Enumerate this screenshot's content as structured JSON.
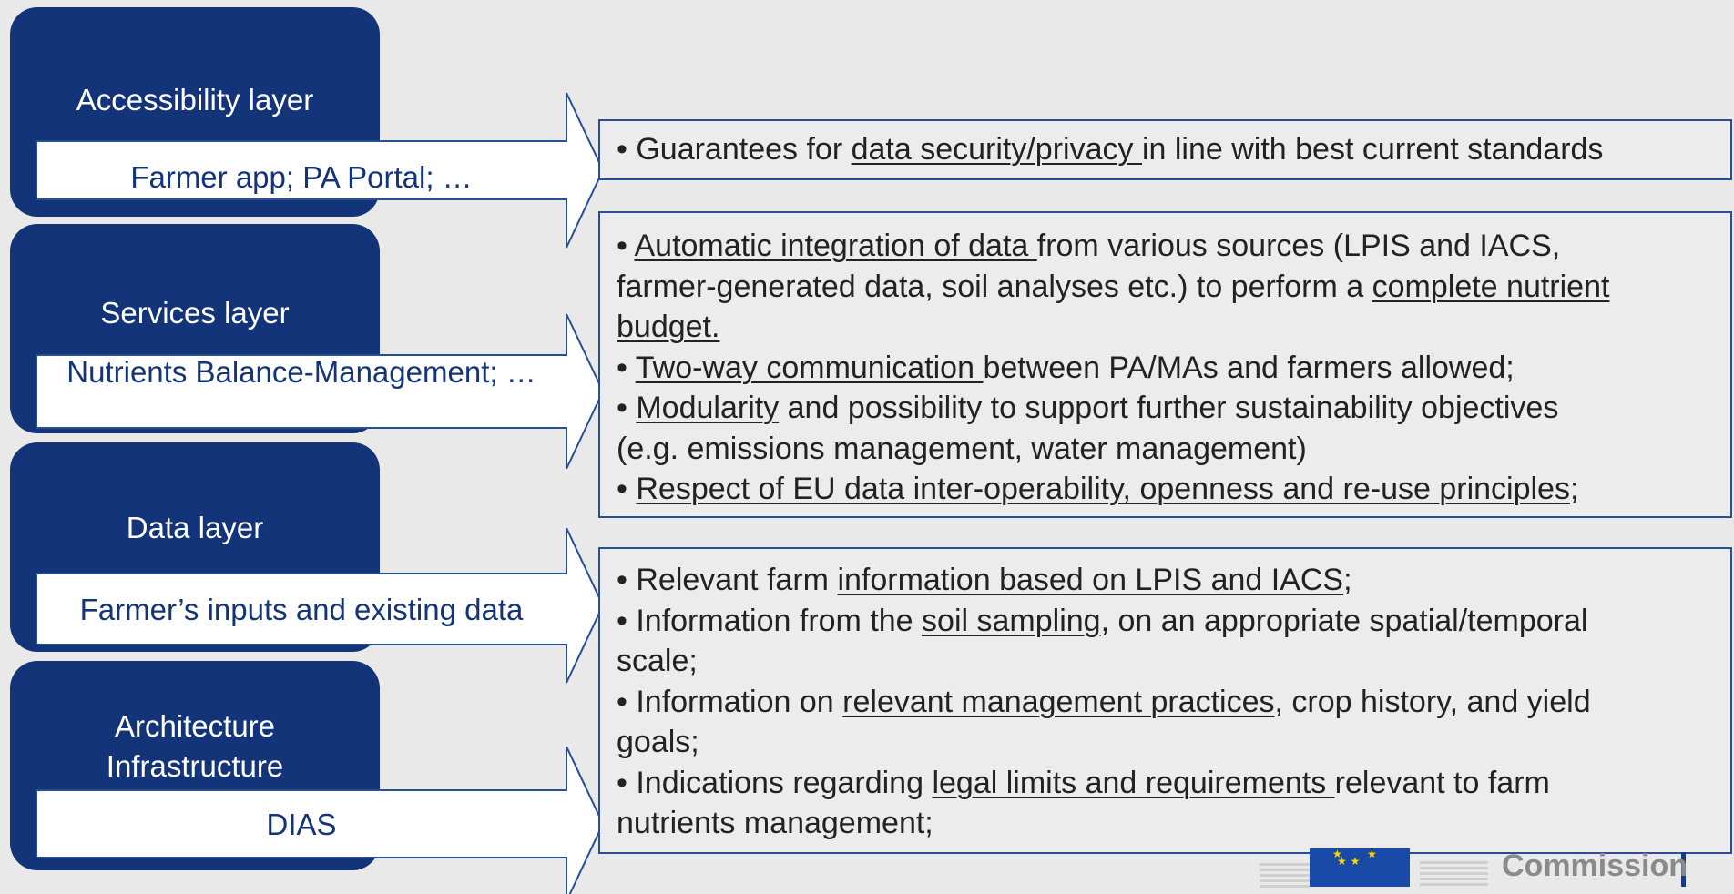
{
  "layers": [
    {
      "title": "Accessibility layer",
      "arrow_label": "Farmer app; PA Portal; …"
    },
    {
      "title": "Services layer",
      "arrow_label": "Nutrients Balance-Management; …"
    },
    {
      "title": "Data layer",
      "arrow_label": "Farmer’s inputs and existing data"
    },
    {
      "title": "Architecture Infrastructure",
      "arrow_label": "DIAS"
    }
  ],
  "boxes": {
    "security": {
      "l1": {
        "a": "• Guarantees for ",
        "b": "data security/privacy ",
        "c": "in line with best current standards"
      }
    },
    "services": {
      "l1": {
        "a": "• ",
        "b": "Automatic integration of data ",
        "c": "from various sources (LPIS and IACS,"
      },
      "l2": {
        "a": "farmer-generated data, soil analyses etc.) to perform a ",
        "b": "complete nutrient"
      },
      "l3": {
        "b": "budget."
      },
      "l4": {
        "a": "• ",
        "b": "Two-way communication ",
        "c": "between PA/MAs and farmers allowed;"
      },
      "l5": {
        "a": "• ",
        "b": "Modularity",
        "c": " and possibility to support further sustainability objectives"
      },
      "l6": {
        "a": "(e.g. emissions management, water management)"
      },
      "l7": {
        "a": "• ",
        "b": "Respect of EU data inter-operability, openness and re-use principles",
        "c": ";"
      }
    },
    "data": {
      "l1": {
        "a": "• Relevant farm ",
        "b": "information based on LPIS and IACS",
        "c": ";"
      },
      "l2": {
        "a": "• Information from the ",
        "b": "soil sampling",
        "c": ", on an appropriate spatial/temporal"
      },
      "l3": {
        "a": "scale;"
      },
      "l4": {
        "a": "• Information on ",
        "b": "relevant management practices",
        "c": ", crop history, and yield"
      },
      "l5": {
        "a": "goals;"
      },
      "l6": {
        "a": "• Indications regarding ",
        "b": "legal limits and requirements ",
        "c": "relevant to farm"
      },
      "l7": {
        "a": "nutrients management;"
      }
    }
  },
  "logo": {
    "text": "Commission"
  },
  "colors": {
    "navy": "#14347a",
    "border": "#2a4e93",
    "background": "#e9e9e9"
  }
}
